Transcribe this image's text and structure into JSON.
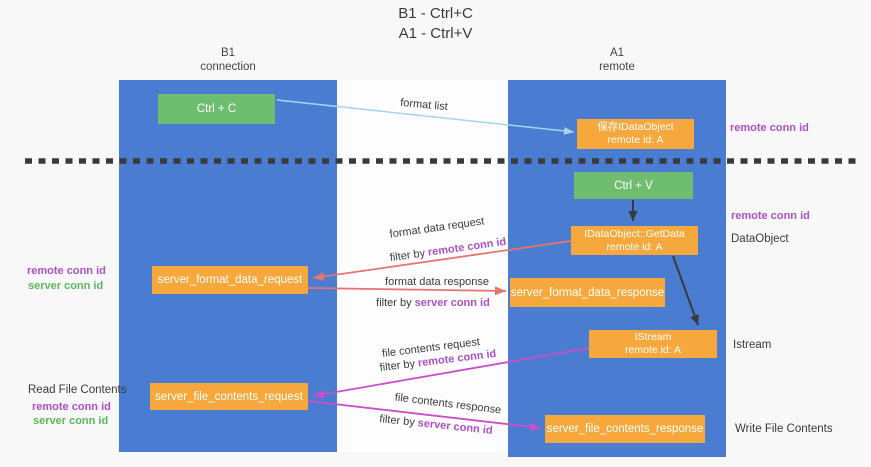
{
  "title": {
    "line1": "B1 - Ctrl+C",
    "line2": "A1 - Ctrl+V"
  },
  "lifelines": {
    "left": {
      "name": "B1",
      "role": "connection"
    },
    "right": {
      "name": "A1",
      "role": "remote"
    }
  },
  "boxes": {
    "ctrl_c": {
      "label": "Ctrl + C"
    },
    "ctrl_v": {
      "label": "Ctrl + V"
    },
    "save_idataobject": {
      "line1": "保存IDataObject",
      "line2": "remote id: A"
    },
    "idataobject_getdata": {
      "line1": "IDataObject::GetData",
      "line2": "remote id: A"
    },
    "istream": {
      "line1": "IStream",
      "line2": "remote id: A"
    },
    "server_format_data_request": {
      "label": "server_format_data_request"
    },
    "server_format_data_response": {
      "label": "server_format_data_response"
    },
    "server_file_contents_request": {
      "label": "server_file_contents_request"
    },
    "server_file_contents_response": {
      "label": "server_file_contents_response"
    }
  },
  "flow_labels": {
    "format_list": "format list",
    "format_data_request": "format data request",
    "format_data_response": "format data response",
    "file_contents_request": "file contents request",
    "file_contents_response": "file contents response",
    "filter_by": "filter by",
    "remote_conn_id": "remote conn id",
    "server_conn_id": "server conn id"
  },
  "annotations": {
    "remote_conn_id": "remote conn id",
    "server_conn_id": "server conn id",
    "dataobject": "DataObject",
    "istream": "Istream",
    "read_file_contents": "Read File Contents",
    "write_file_contents": "Write File Contents"
  },
  "colors": {
    "column_blue": "#4a7dd1",
    "box_green": "#6fbe70",
    "box_orange": "#f7a83c",
    "arrow_salmon": "#e87272",
    "arrow_magenta": "#cb4ec9",
    "arrow_lightblue": "#a6d3f2",
    "arrow_black": "#3a3a3a",
    "text_purple": "#ac50c6",
    "text_green": "#5cb85c"
  }
}
